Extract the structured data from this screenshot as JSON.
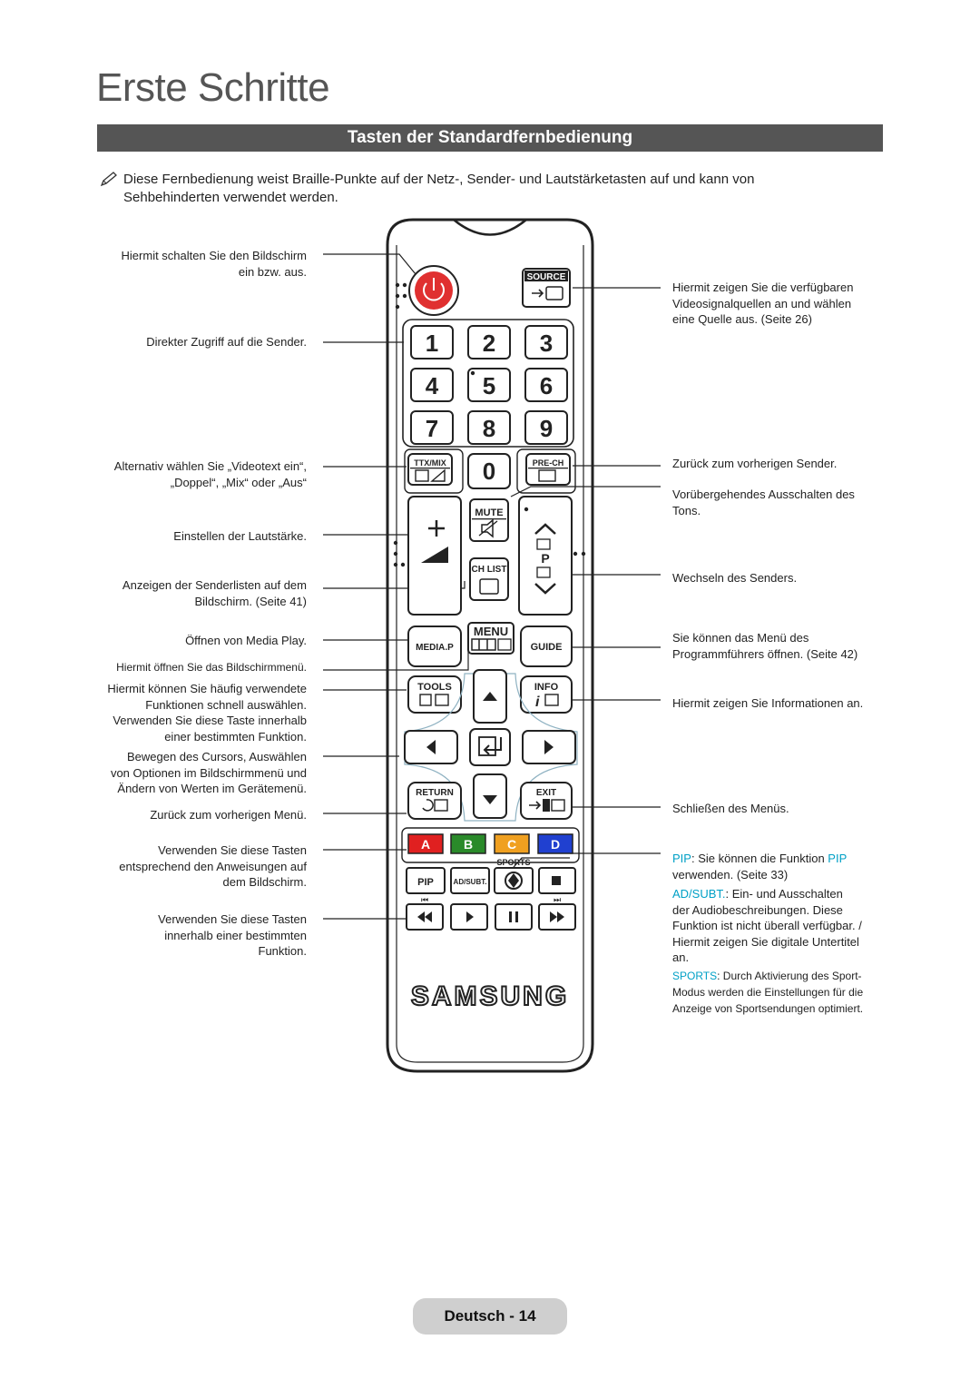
{
  "page": {
    "title": "Erste Schritte",
    "section_header": "Tasten der Standardfernbedienung",
    "note": "Diese Fernbedienung weist Braille-Punkte auf der Netz-, Sender- und Lautstärketasten auf und kann von Sehbehinderten verwendet werden.",
    "footer": "Deutsch - 14"
  },
  "left_labels": {
    "power": [
      "Hiermit schalten Sie den Bildschirm",
      "ein bzw. aus."
    ],
    "numbers": [
      "Direkter Zugriff auf die Sender."
    ],
    "ttx": [
      "Alternativ wählen Sie „Videotext ein“,",
      "„Doppel“, „Mix“ oder „Aus“"
    ],
    "volume": [
      "Einstellen der Lautstärke."
    ],
    "chlist": [
      "Anzeigen der Senderlisten auf dem",
      "Bildschirm. (Seite 41)"
    ],
    "media": [
      "Öffnen von Media Play."
    ],
    "menu": [
      "Hiermit öffnen Sie das Bildschirmmenü."
    ],
    "tools": [
      "Hiermit können Sie häufig verwendete",
      "Funktionen schnell auswählen.",
      "Verwenden Sie diese Taste innerhalb",
      "einer bestimmten Funktion."
    ],
    "cursor": [
      "Bewegen des Cursors, Auswählen",
      "von Optionen im Bildschirmmenü und",
      "Ändern von Werten im Gerätemenü."
    ],
    "return": [
      "Zurück zum vorherigen Menü."
    ],
    "color": [
      "Verwenden Sie diese Tasten",
      "entsprechend den Anweisungen auf",
      "dem Bildschirm."
    ],
    "playback": [
      "Verwenden Sie diese Tasten",
      "innerhalb einer bestimmten",
      "Funktion."
    ]
  },
  "right_labels": {
    "source": [
      "Hiermit zeigen Sie die verfügbaren",
      "Videosignalquellen an und wählen",
      "eine Quelle aus. (Seite 26)"
    ],
    "prech": [
      "Zurück zum vorherigen Sender."
    ],
    "mute": [
      "Vorübergehendes Ausschalten des",
      "Tons."
    ],
    "channel": [
      "Wechseln des Senders."
    ],
    "guide": [
      "Sie können das Menü des",
      "Programmführers öffnen. (Seite 42)"
    ],
    "info": [
      "Hiermit zeigen Sie Informationen an."
    ],
    "exit": [
      "Schließen des Menüs."
    ],
    "pip": {
      "key": "PIP",
      "text": ": Sie können die Funktion ",
      "key2": "PIP",
      "line2": "verwenden. (Seite 33)"
    },
    "adsubt": {
      "key": "AD/SUBT.",
      "text": ": Ein- und Ausschalten",
      "lines": [
        "der Audiobeschreibungen. Diese",
        "Funktion ist nicht überall verfügbar. /",
        "Hiermit zeigen Sie digitale Untertitel",
        "an."
      ]
    },
    "sports": {
      "key": "SPORTS",
      "text": ": Durch Aktivierung des Sport-",
      "lines": [
        "Modus werden die Einstellungen für die",
        "Anzeige von Sportsendungen optimiert."
      ]
    }
  },
  "remote": {
    "source": "SOURCE",
    "digits": [
      "1",
      "2",
      "3",
      "4",
      "5",
      "6",
      "7",
      "8",
      "9",
      "0"
    ],
    "ttx": "TTX/MIX",
    "prech": "PRE-CH",
    "mute": "MUTE",
    "chlist": "CH LIST",
    "p": "P",
    "media": "MEDIA.P",
    "menu": "MENU",
    "guide": "GUIDE",
    "tools": "TOOLS",
    "info": "INFO",
    "return": "RETURN",
    "exit": "EXIT",
    "colors": [
      {
        "label": "A",
        "color": "#e02020"
      },
      {
        "label": "B",
        "color": "#2a8a2a"
      },
      {
        "label": "C",
        "color": "#f0a020"
      },
      {
        "label": "D",
        "color": "#2040d0"
      }
    ],
    "pip": "PIP",
    "adsubt": "AD/SUBT.",
    "sports": "SPORTS",
    "brand": "SAMSUNG"
  },
  "colors": {
    "header_bg": "#555555",
    "accent_cyan": "#00a0c6",
    "power_red": "#e03030"
  }
}
